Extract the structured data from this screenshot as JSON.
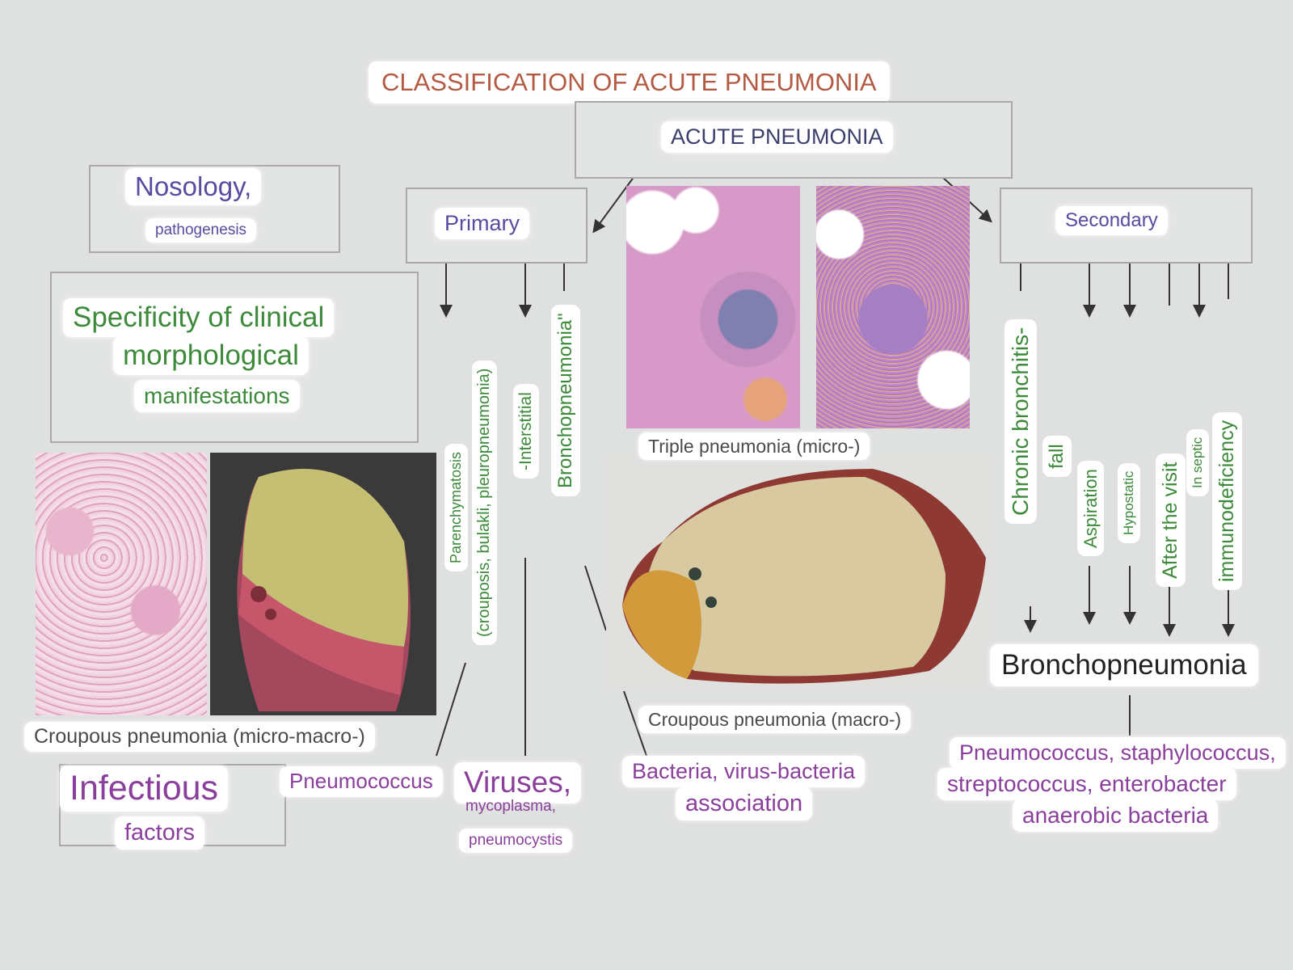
{
  "title": "CLASSIFICATION OF ACUTE PNEUMONIA",
  "root": "ACUTE PNEUMONIA",
  "nosology": {
    "heading": "Nosology,",
    "sub": "pathogenesis"
  },
  "specificity": {
    "line1": "Specificity of clinical",
    "line2": "morphological",
    "line3": "manifestations"
  },
  "primary": {
    "label": "Primary",
    "items": [
      {
        "line1": "Parenchymatosis",
        "line2": "(crouposis, bulakli, pleuropneumonia)"
      },
      {
        "line1": "-Interstitial"
      },
      {
        "line1": "Bronchopneumonia\""
      }
    ]
  },
  "secondary": {
    "label": "Secondary",
    "items": [
      {
        "line1": "Chronic bronchitis-",
        "line2": "fall"
      },
      {
        "line1": "Aspiration"
      },
      {
        "line1": "Hypostatic"
      },
      {
        "line1": "After the visit"
      },
      {
        "line1": "In septic"
      },
      {
        "line1": "immunodeficiency"
      }
    ],
    "result": "Bronchopneumonia",
    "agents": [
      "Pneumococcus, staphylococcus,",
      "streptococcus, enterobacter",
      "anaerobic bacteria"
    ]
  },
  "captions": {
    "micro_macro": "Croupous pneumonia (micro-macro-)",
    "triple_micro": "Triple pneumonia (micro-)",
    "croupous_macro": "Croupous pneumonia (macro-)"
  },
  "infectious": {
    "heading": "Infectious",
    "sub": "factors"
  },
  "agents": {
    "pneumococcus": "Pneumococcus",
    "viruses": "Viruses,",
    "viruses_sub1": "mycoplasma,",
    "viruses_sub2": "pneumocystis",
    "bacteria_line1": "Bacteria, virus-bacteria",
    "bacteria_line2": "association"
  },
  "colors": {
    "title": "#b35a43",
    "navy": "#3a3f6b",
    "purple": "#5b4aa0",
    "green": "#3c8a3a",
    "magenta": "#8b3f9c",
    "gray": "#4a4a4a"
  }
}
